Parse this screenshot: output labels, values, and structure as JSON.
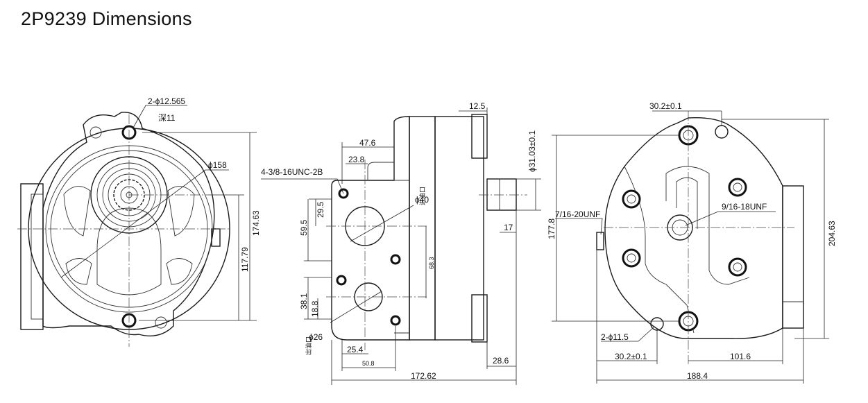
{
  "title": "2P9239  Dimensions",
  "left_view": {
    "holes_callout": "2-ϕ12.565",
    "depth_callout": "深11",
    "diameter_outer": "ϕ158",
    "height_total": "174.63",
    "height_center": "117.79"
  },
  "middle_view": {
    "width_flange": "12.5",
    "offset_1": "47.6",
    "offset_2": "23.8",
    "thread": "4-3/8-16UNC-2B",
    "inlet_dia": "ϕ40",
    "inlet_label": "进油口",
    "dim_29_5": "29.5",
    "dim_59_5": "59.5",
    "dim_38_1": "38.1",
    "dim_18_8": "18.8",
    "dim_68_3": "68.3",
    "outlet_dia": "ϕ26",
    "outlet_label": "出油口",
    "dim_25_4": "25.4",
    "dim_50_8": "50.8",
    "shaft_dia": "ϕ31.03±0.1",
    "shaft_len": "17",
    "dim_28_6": "28.6",
    "overall_length": "172.62"
  },
  "right_view": {
    "top_offset": "30.2±0.1",
    "thread_left": "7/16-20UNF",
    "thread_center": "9/16-18UNF",
    "height_left": "177.8",
    "height_right": "204.63",
    "holes_callout": "2-ϕ11.5",
    "bottom_offset": "30.2±0.1",
    "dim_101_6": "101.6",
    "overall_width": "188.4"
  }
}
